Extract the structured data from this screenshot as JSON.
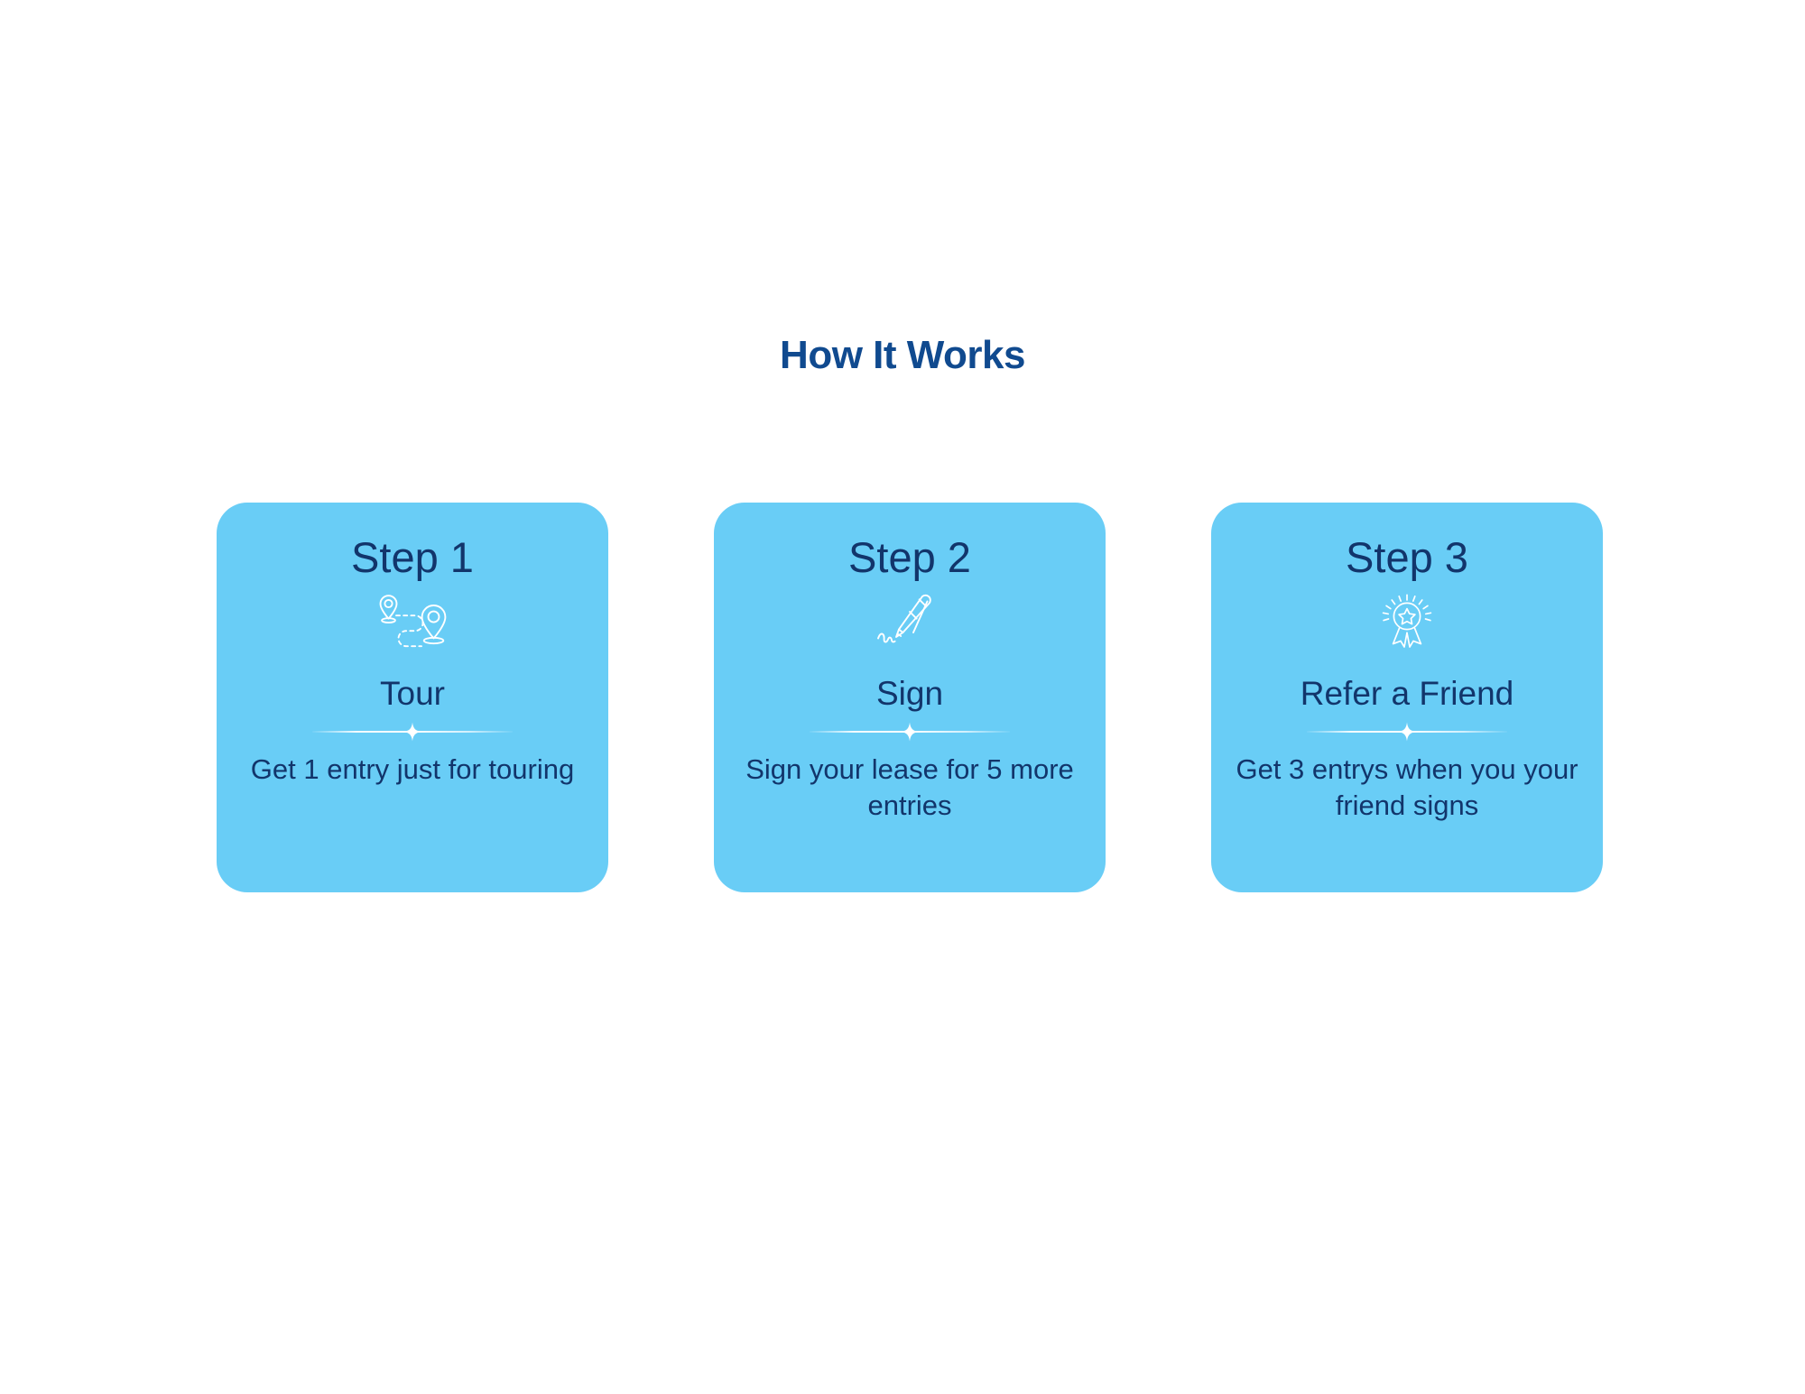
{
  "page": {
    "background_color": "#ffffff",
    "title": "How It Works",
    "title_color": "#104a8f"
  },
  "theme": {
    "card_background": "#69cdf6",
    "card_text_color": "#12356b",
    "divider_color": "#ffffff",
    "icon_color": "#ffffff"
  },
  "steps": [
    {
      "step_label": "Step 1",
      "icon": "route-map-pins-icon",
      "name": "Tour",
      "description": "Get 1 entry just for touring"
    },
    {
      "step_label": "Step 2",
      "icon": "pen-signature-icon",
      "name": "Sign",
      "description": "Sign your lease for 5 more entries"
    },
    {
      "step_label": "Step 3",
      "icon": "award-medal-ribbon-icon",
      "name": "Refer a Friend",
      "description": "Get 3 entrys when you your friend signs"
    }
  ]
}
